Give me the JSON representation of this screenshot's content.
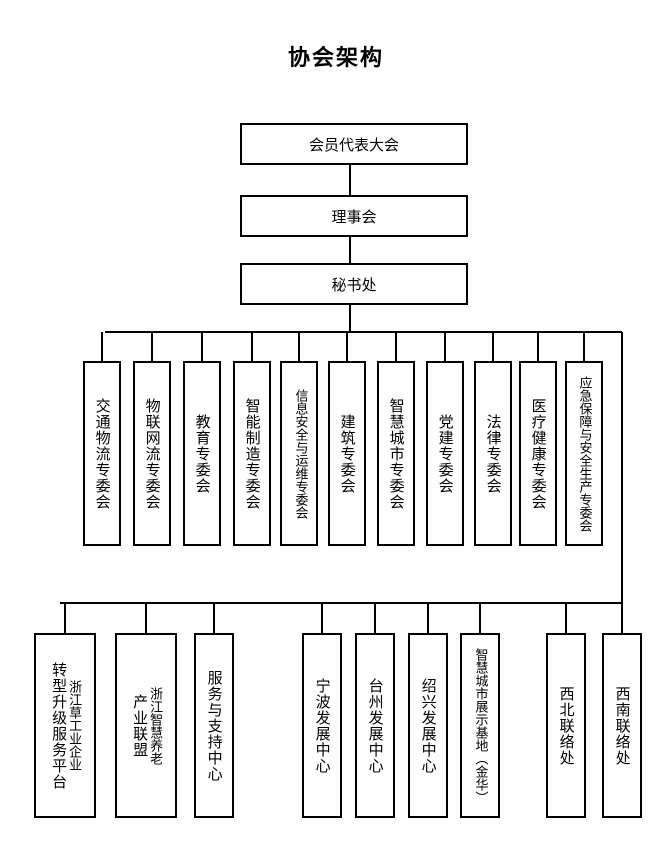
{
  "title": "协会架构",
  "top": [
    {
      "label": "会员代表大会"
    },
    {
      "label": "理事会"
    },
    {
      "label": "秘书处"
    }
  ],
  "committees": [
    {
      "label": "交通物流专委会"
    },
    {
      "label": "物联网流专委会"
    },
    {
      "label": "教育专委会"
    },
    {
      "label": "智能制造专委会"
    },
    {
      "label": "信息安全与运维专委会"
    },
    {
      "label": "建筑专委会"
    },
    {
      "label": "智慧城市专委会"
    },
    {
      "label": "党建专委会"
    },
    {
      "label": "法律专委会"
    },
    {
      "label": "医疗健康专委会"
    },
    {
      "label": "应急保障与安全生产专委会"
    }
  ],
  "bottom": [
    {
      "label": "转型升级服务平台",
      "sub": "浙江草工业企业"
    },
    {
      "label": "产业联盟",
      "sub": "浙江智慧养老"
    },
    {
      "label": "服务与支持中心"
    },
    {
      "label": "宁波发展中心"
    },
    {
      "label": "台州发展中心"
    },
    {
      "label": "绍兴发展中心"
    },
    {
      "label": "智慧城市展示基地（金华）"
    },
    {
      "label": "西北联络处"
    },
    {
      "label": "西南联络处"
    }
  ]
}
